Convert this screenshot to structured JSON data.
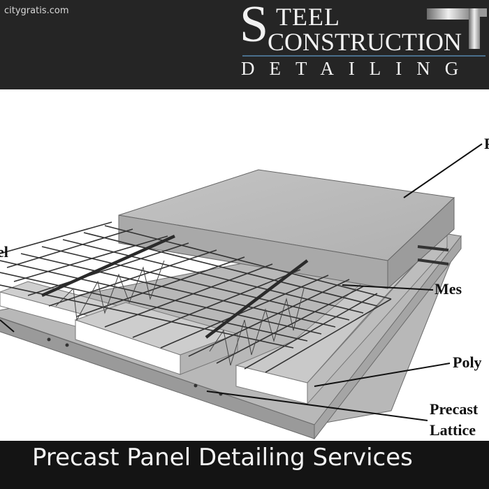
{
  "header": {
    "site": "citygratis.com",
    "logo": {
      "initial": "S",
      "line1": "TEEL",
      "line2": "CONSTRUCTION",
      "line3": "DETAILING"
    }
  },
  "diagram": {
    "labels": {
      "top_right": "P",
      "left": "el",
      "mesh": "Mes",
      "poly": "Poly",
      "precast": "Precast",
      "lattice": "Lattice"
    }
  },
  "footer": {
    "title": "Precast Panel Detailing Services"
  },
  "colors": {
    "header_bg": "#252525",
    "footer_bg": "#141414",
    "concrete": "#bdbdbd",
    "logo_accent": "#4a6f8c"
  }
}
